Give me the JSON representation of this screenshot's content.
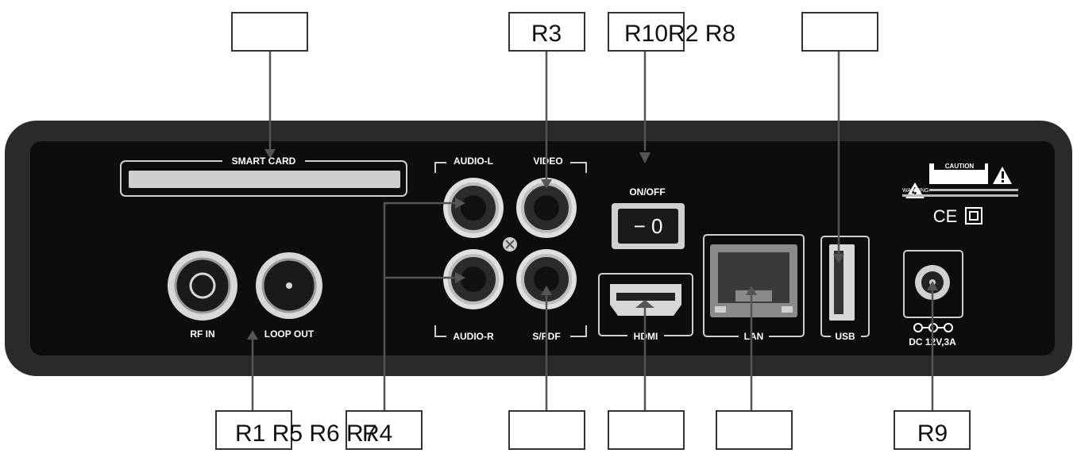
{
  "callouts": {
    "top": {
      "r3": "R3",
      "r10_r2_r8": "R10R2 R8"
    },
    "bottom": {
      "r1_r5_r6": "R1 R5 R6 R7",
      "r4": "R4",
      "r9": "R9"
    }
  },
  "panel": {
    "smart_card": "SMART CARD",
    "audio_l": "AUDIO-L",
    "video": "VIDEO",
    "audio_r": "AUDIO-R",
    "spdif": "S/PDF",
    "on_off": "ON/OFF",
    "switch_symbol": "− 0",
    "rf_in": "RF IN",
    "loop_out": "LOOP OUT",
    "hdmi": "HDMI",
    "lan": "LAN",
    "usb": "USB",
    "dc": "DC 12V,3A",
    "caution": "CAUTION",
    "warning": "WARNING",
    "ce_mark": "CE"
  },
  "colors": {
    "device_outer": "#2a2a2a",
    "device_inner": "#0d0d0d",
    "outline": "#cfcfcf",
    "leader": "#555555"
  }
}
